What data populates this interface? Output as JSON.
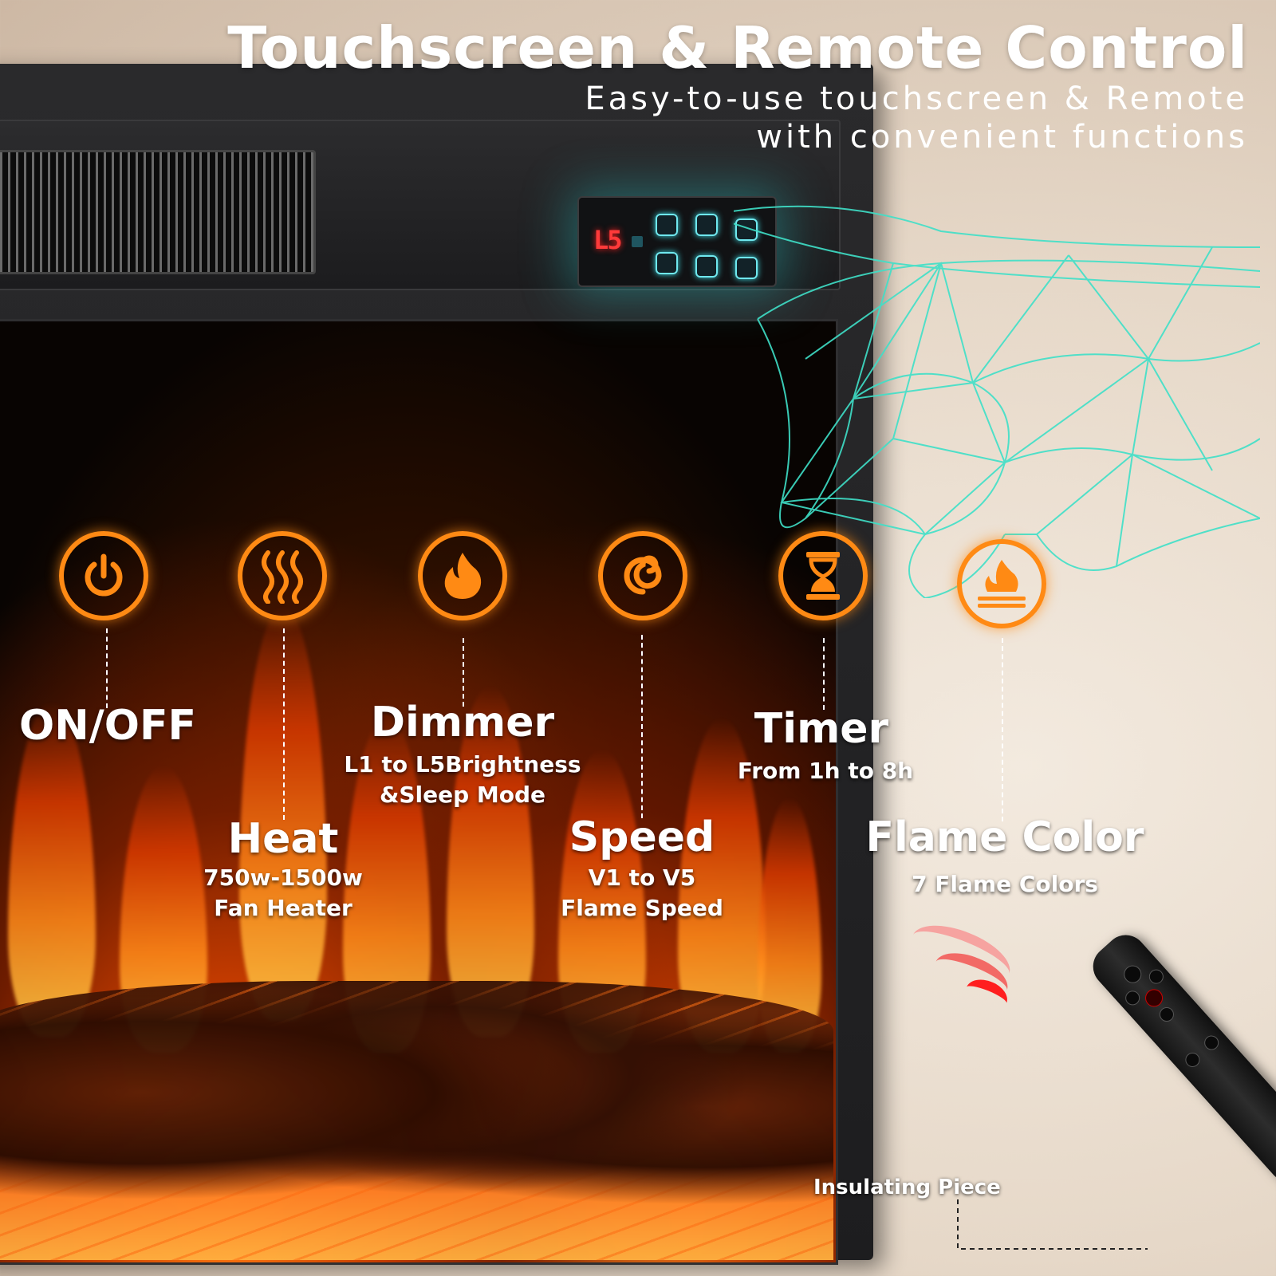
{
  "header": {
    "title": "Touchscreen & Remote Control",
    "subtitle": "Easy-to-use touchscreen & Remote\nwith convenient functions"
  },
  "control_panel": {
    "display_value": "L5",
    "buttons": [
      "power-icon",
      "heat-icon",
      "flame-icon",
      "speed-icon",
      "timer-icon",
      "flame-color-icon"
    ]
  },
  "features": [
    {
      "icon": "power-icon",
      "label": "ON/OFF",
      "description": ""
    },
    {
      "icon": "heat-icon",
      "label": "Heat",
      "description": "750w-1500w\nFan Heater"
    },
    {
      "icon": "flame-icon",
      "label": "Dimmer",
      "description": "L1 to L5Brightness\n&Sleep Mode"
    },
    {
      "icon": "speed-icon",
      "label": "Speed",
      "description": "V1 to V5\nFlame Speed"
    },
    {
      "icon": "timer-icon",
      "label": "Timer",
      "description": "From 1h to 8h"
    },
    {
      "icon": "flame-color-icon",
      "label": "Flame Color",
      "description": "7 Flame Colors"
    }
  ],
  "remote": {
    "callout": "Insulating Piece"
  },
  "colors": {
    "accent": "#ff8a14",
    "touch_glow": "#3cd8e0",
    "led": "#ff3a3a",
    "signal": "#ff3030"
  }
}
